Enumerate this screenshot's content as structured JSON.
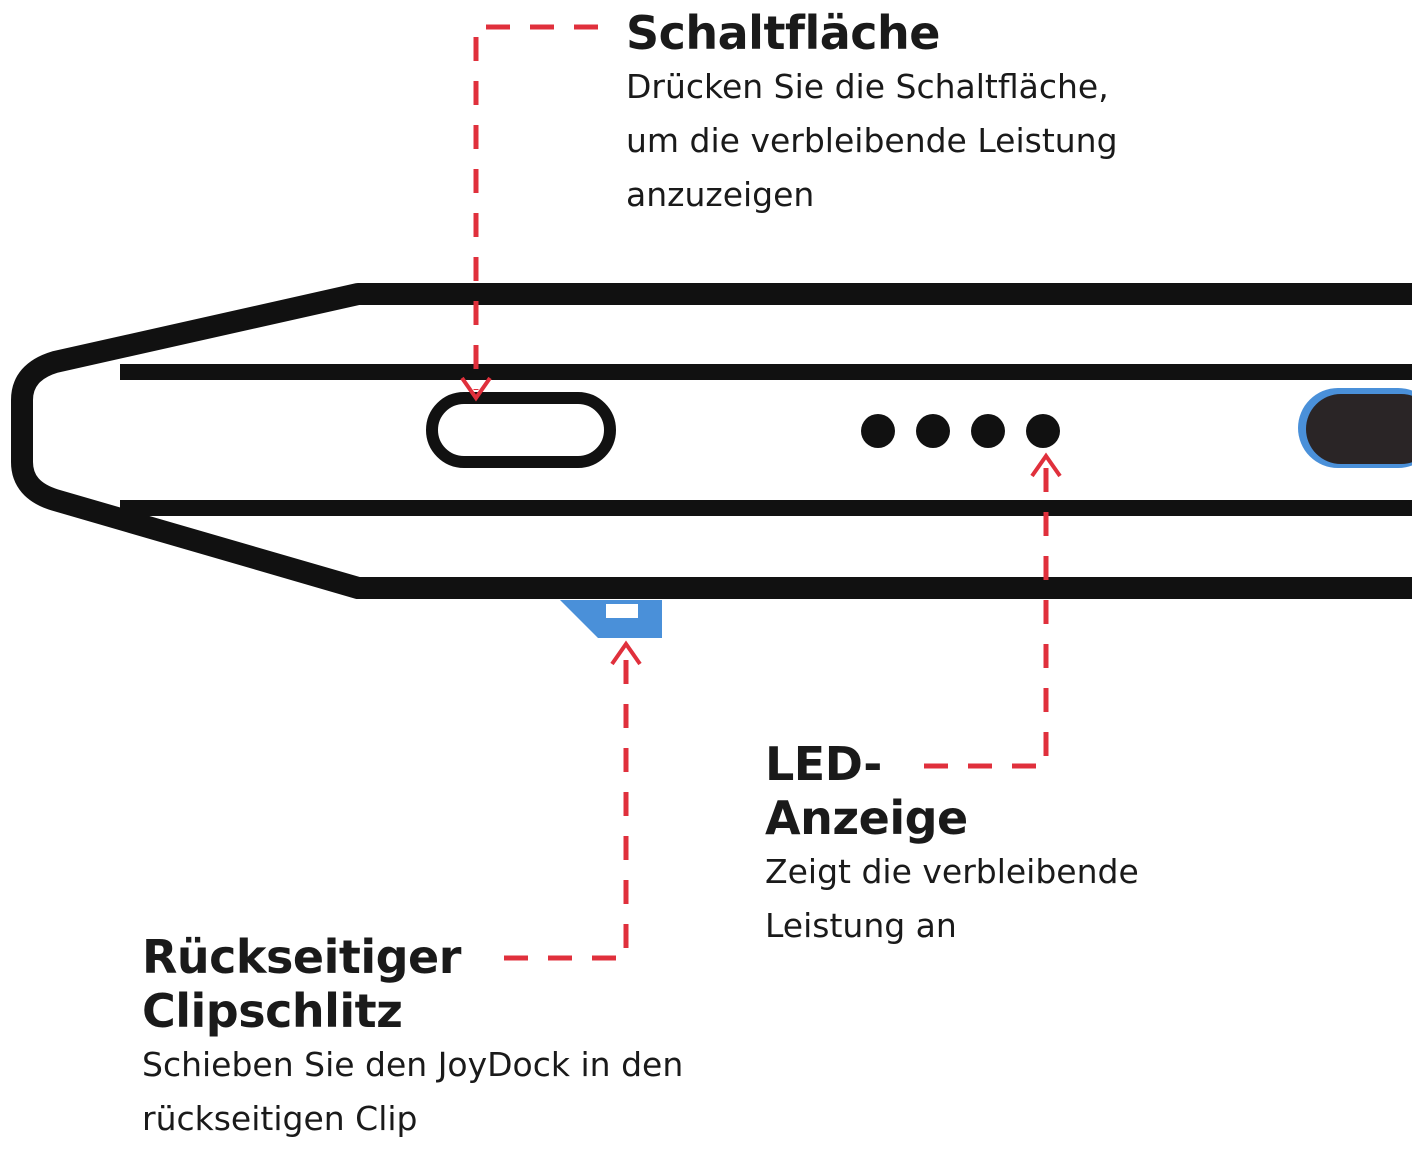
{
  "colors": {
    "outline": "#111111",
    "leader_line": "#e0303c",
    "clip_accent": "#4a90d9"
  },
  "callouts": {
    "button": {
      "title": "Schaltfläche",
      "desc_lines": [
        "Drücken Sie die Schaltfläche,",
        "um die verbleibende Leistung",
        "anzuzeigen"
      ]
    },
    "led": {
      "title_lines": [
        "LED-",
        "Anzeige"
      ],
      "desc_lines": [
        "Zeigt die verbleibende",
        "Leistung an"
      ]
    },
    "clip": {
      "title_lines": [
        "Rückseitiger",
        "Clipschlitz"
      ],
      "desc_lines": [
        "Schieben Sie den JoyDock in den",
        "rückseitigen Clip"
      ]
    }
  },
  "led_indicator": {
    "dot_count": 4
  }
}
